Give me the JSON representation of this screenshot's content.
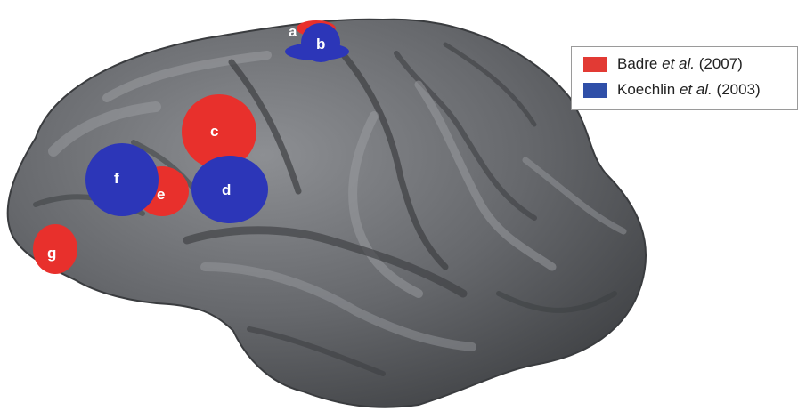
{
  "regions": [
    {
      "id": "a",
      "label": "a",
      "study": "Badre"
    },
    {
      "id": "b",
      "label": "b",
      "study": "Koechlin"
    },
    {
      "id": "c",
      "label": "c",
      "study": "Badre"
    },
    {
      "id": "d",
      "label": "d",
      "study": "Koechlin"
    },
    {
      "id": "e",
      "label": "e",
      "study": "Badre"
    },
    {
      "id": "f",
      "label": "f",
      "study": "Koechlin"
    },
    {
      "id": "g",
      "label": "g",
      "study": "Badre"
    }
  ],
  "legend": {
    "items": [
      {
        "author": "Badre",
        "etal": "et al.",
        "year": "(2007)",
        "color": "#e23a34"
      },
      {
        "author": "Koechlin",
        "etal": "et al.",
        "year": "(2003)",
        "color": "#2f4fa8"
      }
    ]
  },
  "colors": {
    "brain": "#5a5c60",
    "brain_light": "#8a8c90",
    "red": "#e8302c",
    "blue": "#2c36b8"
  }
}
